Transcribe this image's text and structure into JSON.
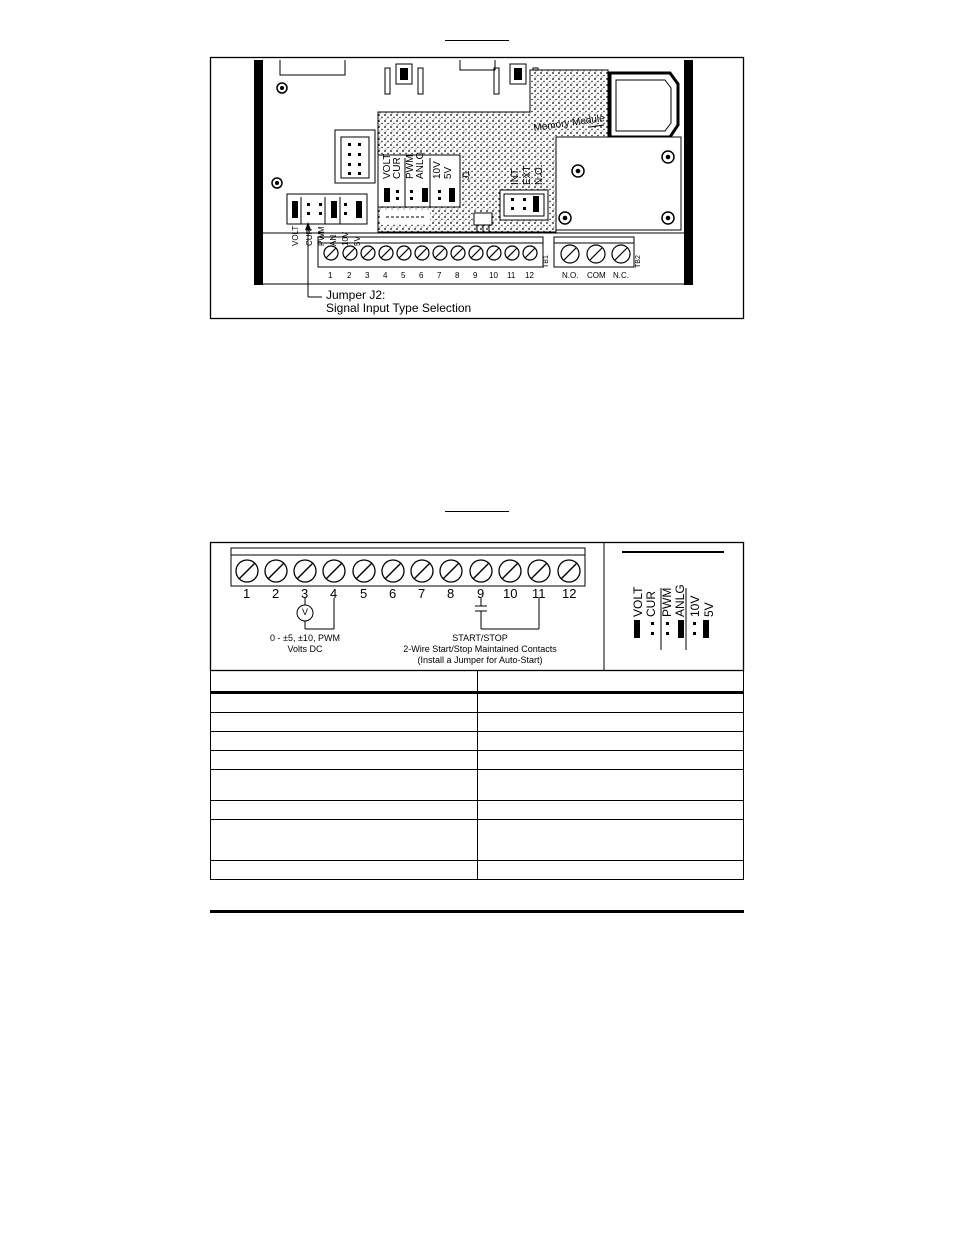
{
  "figure1": {
    "jumper_j1_labels": [
      "VOLT",
      "CUR",
      "PWM",
      "ANLG",
      "10V",
      "5V"
    ],
    "j1_id": "J1",
    "j2_vertical_labels": [
      "VOLT",
      "CUR",
      "PWM",
      "AN",
      "10V",
      "5V"
    ],
    "j3_labels": [
      "INT",
      "EXT",
      "N.O."
    ],
    "memory_module_label": "Memory Module",
    "tb1_numbers": [
      "1",
      "2",
      "3",
      "4",
      "5",
      "6",
      "7",
      "8",
      "9",
      "10",
      "11",
      "12"
    ],
    "tb1_id": "TB1",
    "tb2_labels": [
      "N.O.",
      "COM",
      "N.C."
    ],
    "tb2_id": "TB2",
    "callout_line1": "Jumper J2:",
    "callout_line2": "Signal Input Type Selection"
  },
  "figure2": {
    "terminal_numbers": [
      "1",
      "2",
      "3",
      "4",
      "5",
      "6",
      "7",
      "8",
      "9",
      "10",
      "11",
      "12"
    ],
    "meter_symbol": "V",
    "input_caption_line1": "0 - ±5, ±10, PWM",
    "input_caption_line2": "Volts DC",
    "startstop_line1": "START/STOP",
    "startstop_line2": "2-Wire Start/Stop Maintained Contacts",
    "startstop_line3": "(Install a Jumper for Auto-Start)",
    "jumper_labels": [
      "VOLT",
      "CUR",
      "PWM",
      "ANLG",
      "10V",
      "5V"
    ]
  }
}
